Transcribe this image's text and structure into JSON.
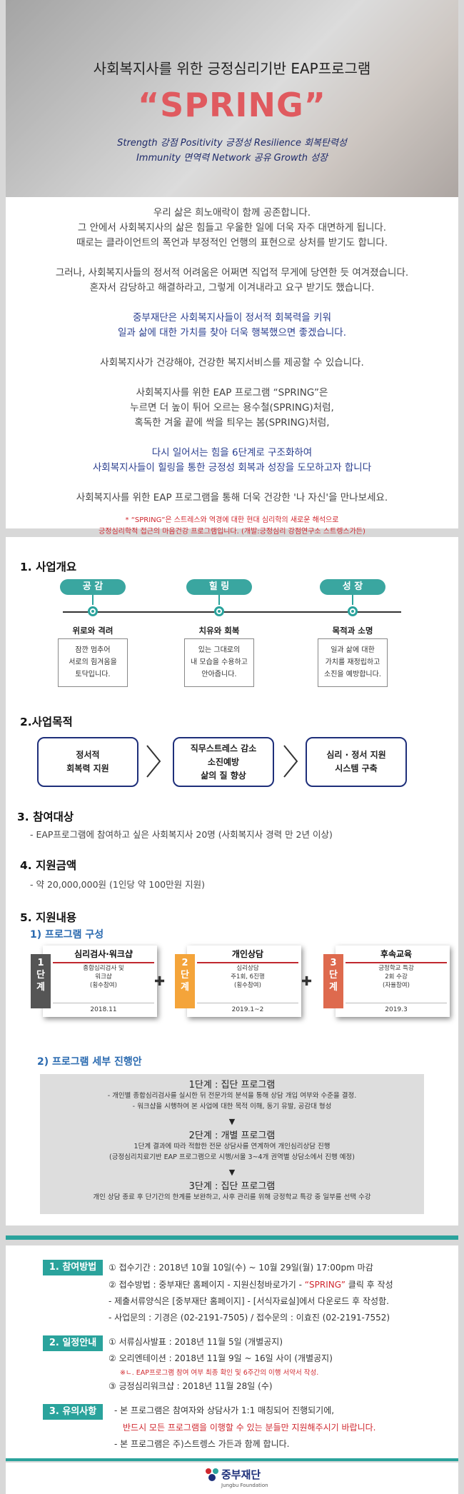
{
  "hero": {
    "title": "사회복지사를 위한 긍정심리기반 EAP프로그램",
    "main": "“SPRING”",
    "sub1": "Strength 강점  Positivity 긍정성  Resilience 회복탄력성",
    "sub2": "Immunity 면역력  Network 공유  Growth 성장"
  },
  "intro": {
    "p1": "우리 삶은 희노애락이 함께 공존합니다.\n그 안에서 사회복지사의 삶은 힘들고 우울한 일에 더욱 자주 대면하게 됩니다.\n때로는 클라이언트의 폭언과 부정적인 언행의 표현으로 상처를 받기도 합니다.",
    "p2": "그러나, 사회복지사들의 정서적 어려움은 어쩌면 직업적 무게에 당연한 듯 여겨졌습니다.\n혼자서 감당하고 해결하라고, 그렇게 이겨내라고 요구 받기도 했습니다.",
    "p3": "중부재단은 사회복지사들이 정서적 회복력을 키워\n일과 삶에 대한 가치를 찾아 더욱 행복했으면 좋겠습니다.",
    "p4": "사회복지사가 건강해야, 건강한 복지서비스를 제공할 수 있습니다.",
    "p5": "사회복지사를 위한 EAP 프로그램 “SPRING”은\n누르면 더 높이 튀어 오르는 용수철(SPRING)처럼,\n혹독한 겨울 끝에 싹을 틔우는 봄(SPRING)처럼,",
    "p6": "다시 일어서는 힘을 6단계로 구조화하여\n사회복지사들이 힐링을 통한 긍정성 회복과 성장을 도모하고자 합니다",
    "p7": "사회복지사를 위한 EAP 프로그램을 통해 더욱 건강한 '나 자신'을 만나보세요.",
    "note": "* “SPRING”은 스트레스와 역경에 대한 현대 심리학의 새로운 해석으로\n긍정심리학적 접근의 마음건강 프로그램입니다. (개발:긍정심리 강점연구소 스트렝스가든)"
  },
  "overview": {
    "heading": "1. 사업개요",
    "stages": [
      {
        "pill": "공 감",
        "label": "위로와 격려",
        "desc": "잠깐 멈추어\n서로의 힘겨움을\n토닥입니다."
      },
      {
        "pill": "힐 링",
        "label": "치유와 회복",
        "desc": "있는 그대로의\n내 모습을 수용하고\n안아줍니다."
      },
      {
        "pill": "성 장",
        "label": "목적과 소명",
        "desc": "일과 삶에 대한\n가치를 재정립하고\n소진을 예방합니다."
      }
    ]
  },
  "purpose": {
    "heading": "2.사업목적",
    "items": [
      "정서적\n회복력 지원",
      "직무스트레스 감소\n소진예방\n삶의 질 향상",
      "심리 · 정서 지원\n시스템 구축"
    ]
  },
  "target": {
    "heading": "3. 참여대상",
    "text": "- EAP프로그램에 참여하고 싶은 사회복지사 20명 (사회복지사 경력 만 2년 이상)"
  },
  "budget": {
    "heading": "4. 지원금액",
    "text": "- 약 20,000,000원 (1인당 약 100만원 지원)"
  },
  "content": {
    "heading": "5. 지원내용",
    "sub1": "1) 프로그램 구성",
    "cards": [
      {
        "tab": "1\n단\n계",
        "title": "심리검사·워크샵",
        "body": "종합심리검사 및\n워크샵\n(횡수참여)",
        "date": "2018.11",
        "color": "#555555"
      },
      {
        "tab": "2\n단\n계",
        "title": "개인상담",
        "body": "심리상담\n주1회, 6진행\n(횡수참여)",
        "date": "2019.1~2",
        "color": "#f4a43a"
      },
      {
        "tab": "3\n단\n계",
        "title": "후속교육",
        "body": "긍정학교 특강\n2회 수강\n(자율참여)",
        "date": "2019.3",
        "color": "#de6a4e"
      }
    ],
    "plus": "✚",
    "sub2": "2) 프로그램 세부 진행안",
    "steps": [
      {
        "h": "1단계 : 집단 프로그램",
        "t": "- 개인별 종합심리검사를 실시한 뒤 전문가의 분석을 통해 상담 개입 여부와 수준을 결정.\n- 워크샵을 시행하여 본 사업에 대한 목적 이해, 동기 유발, 공감대 형성"
      },
      {
        "h": "2단계 : 개별 프로그램",
        "t": "1단계 결과에 따라 적합한 전문 상담사를 연계하여 개인심리상담 진행\n(긍정심리치료기반 EAP 프로그램으로 시행/서울 3~4개 권역별 상담소에서 진행 예정)"
      },
      {
        "h": "3단계 : 집단 프로그램",
        "t": "개인 상담 종료 후 단기간의 한계를 보완하고, 사후 관리를 위해 긍정학교 특강 중 일부를 선택 수강"
      }
    ],
    "arrow": "▼"
  },
  "apply": {
    "tag1": "1. 참여방법",
    "l1": "① 접수기간 : 2018년 10월 10일(수) ~ 10월 29일(월) 17:00pm 마감",
    "l2a": "② 접수방법 : 중부재단 홈페이지 - 지원신청바로가기 - ",
    "l2b": "“SPRING”",
    "l2c": " 클릭 후 작성",
    "l3": "- 제출서류양식은 [중부재단 홈페이지] - [서식자료실]에서 다운로드 후 작성함.",
    "l4": "- 사업문의 : 기경은 (02-2191-7505) / 접수문의 : 이효진 (02-2191-7552)",
    "tag2": "2. 일정안내",
    "s1": "① 서류심사발표 : 2018년 11월 5일 (개별공지)",
    "s2": "② 오리엔테이션 : 2018년 11월 9일 ~ 16일 사이 (개별공지)",
    "s2n": "※ㄴ. EAP프로그램 참여 여부 최종 확인 및 6주간의 이행 서약서 작성.",
    "s3": "③ 긍정심리워크샵 : 2018년 11월 28일 (수)",
    "tag3": "3. 유의사항",
    "n1": "- 본 프로그램은 참여자와 상담사가 1:1 매칭되어 진행되기에,",
    "n2": "반드시 모든 프로그램을 이행할 수 있는 분들만 지원해주시기 바랍니다.",
    "n3": "- 본 프로그램은 주)스트렝스 가든과 함께 합니다."
  },
  "footer": {
    "logo": "중부재단",
    "logo_en": "Jungbu Foundation"
  },
  "colors": {
    "teal": "#2aa39c",
    "navy": "#1e2f7a",
    "red": "#d0282f"
  }
}
